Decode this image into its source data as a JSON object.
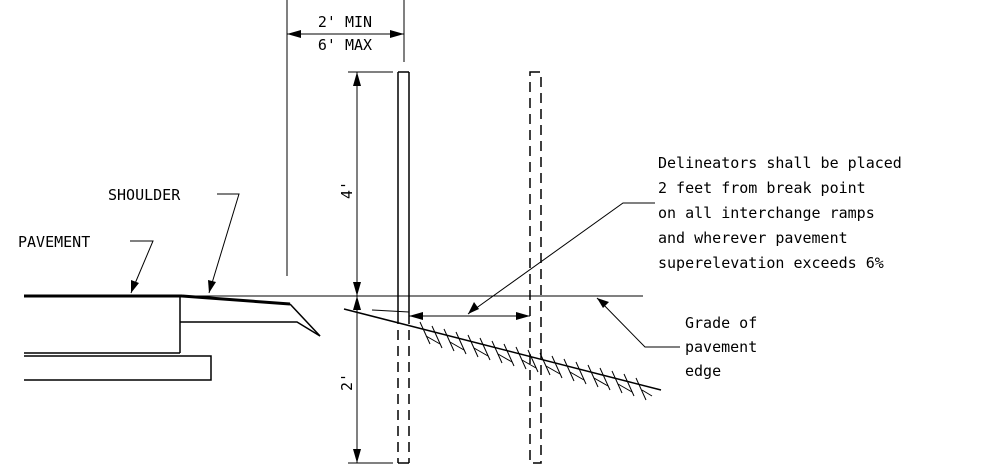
{
  "dimensions": {
    "offset_min": "2' MIN",
    "offset_max": "6' MAX",
    "height_above_grade": "4'",
    "depth_below_grade": "2'"
  },
  "labels": {
    "shoulder": "SHOULDER",
    "pavement": "PAVEMENT"
  },
  "note_lines": [
    "Delineators shall be placed",
    "2 feet from break point",
    "on all interchange ramps",
    "and wherever pavement",
    "superelevation exceeds 6%"
  ],
  "grade_note_lines": [
    "Grade of",
    "pavement",
    "edge"
  ]
}
